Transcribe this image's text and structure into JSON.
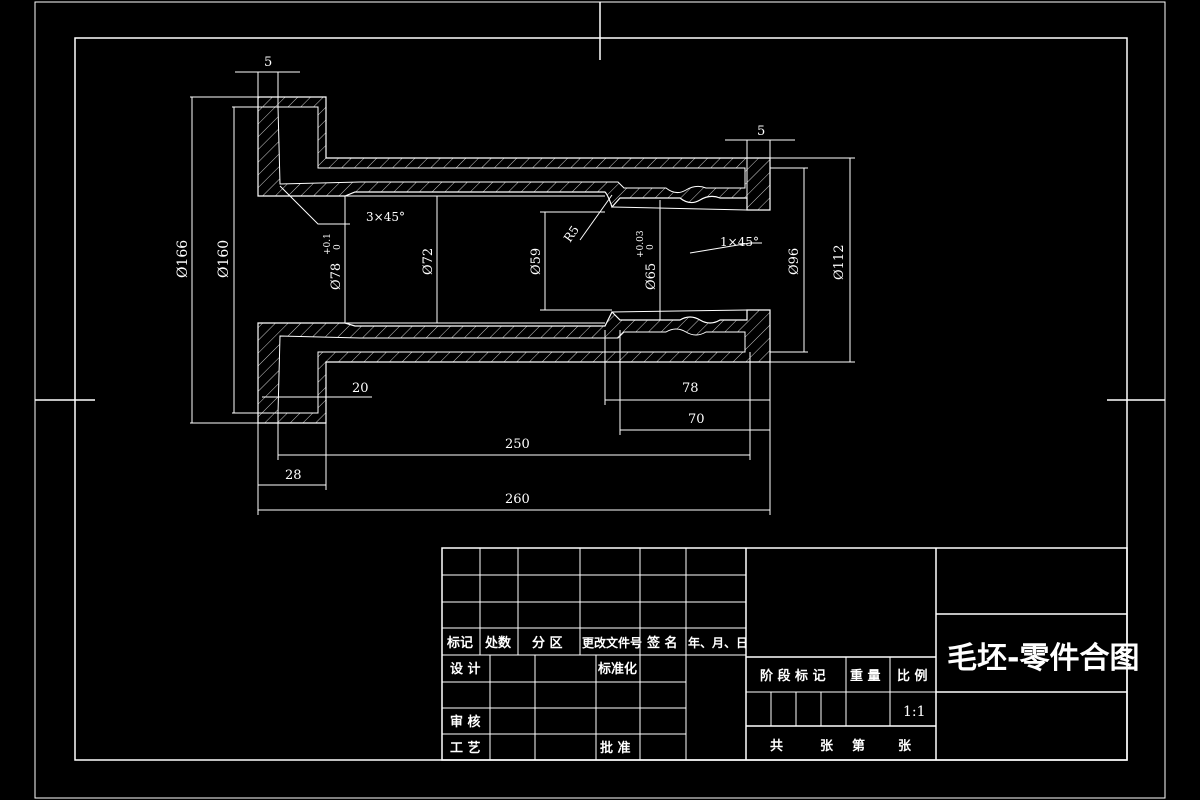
{
  "drawing": {
    "dimensions": {
      "top_left_5": "5",
      "top_right_5": "5",
      "d166": "Ø166",
      "d160": "Ø160",
      "d78": "Ø78",
      "d78_tol": "+0.1",
      "d78_tol_low": "0",
      "d72": "Ø72",
      "d59": "Ø59",
      "d65": "Ø65",
      "d65_tol": "+0.03",
      "d65_tol_low": "0",
      "d96": "Ø96",
      "d112": "Ø112",
      "chamfer_left": "3×45°",
      "chamfer_right": "1×45°",
      "radius": "R5",
      "len_20": "20",
      "len_78": "78",
      "len_70": "70",
      "len_250": "250",
      "len_28": "28",
      "len_260": "260"
    }
  },
  "title_block": {
    "title": "毛坯-零件合图",
    "row_labels": [
      "标记",
      "处数",
      "分 区",
      "更改文件号",
      "签 名",
      "年、月、日"
    ],
    "design": "设 计",
    "standardize": "标准化",
    "review": "审 核",
    "process": "工 艺",
    "approve": "批 准",
    "stage_mark": "阶 段 标 记",
    "weight": "重 量",
    "scale_label": "比 例",
    "scale_value": "1:1",
    "sheets_total": "共",
    "sheets_unit": "张",
    "sheet_no": "第",
    "sheet_unit2": "张"
  }
}
